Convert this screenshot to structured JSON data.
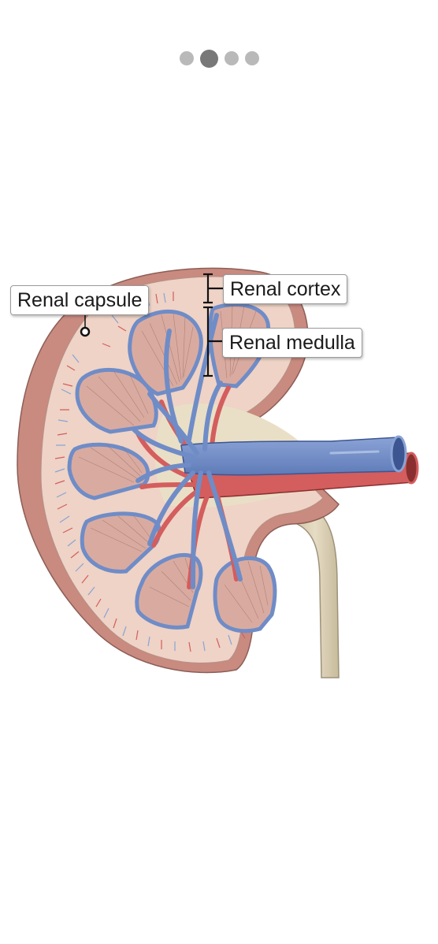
{
  "pager": {
    "count": 4,
    "active_index": 1
  },
  "diagram": {
    "labels": {
      "capsule": "Renal capsule",
      "cortex": "Renal cortex",
      "medulla": "Renal medulla"
    },
    "colors": {
      "capsule_outer": "#c98a80",
      "cortex_fill": "#eed3c6",
      "pyramid_fill": "#d9aba0",
      "vein_blue": "#6f8cc7",
      "artery_red": "#d45d5d",
      "ureter_tan": "#d8ceb4",
      "leader_line": "#111111"
    }
  }
}
